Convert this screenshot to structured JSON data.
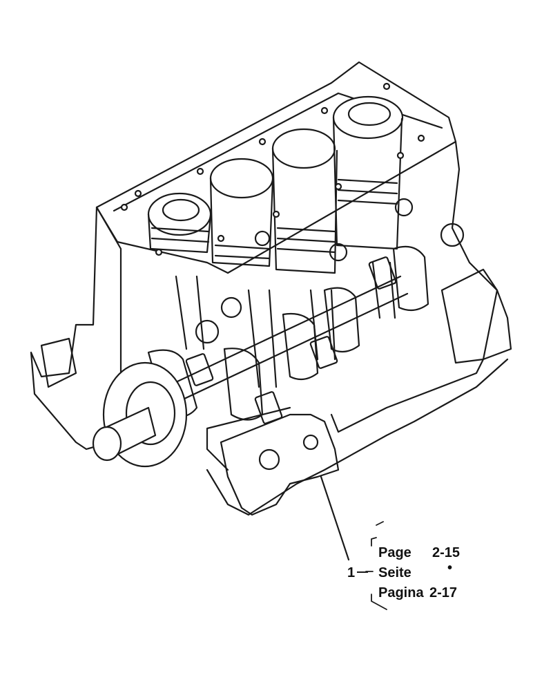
{
  "callout": {
    "number": "1",
    "rows": [
      {
        "label": "Page",
        "value": "2-15"
      },
      {
        "label": "Seite",
        "value": "•"
      },
      {
        "label": "Pagina",
        "value": "2-17"
      }
    ]
  },
  "colors": {
    "line": "#1a1a1a",
    "background": "#ffffff"
  }
}
